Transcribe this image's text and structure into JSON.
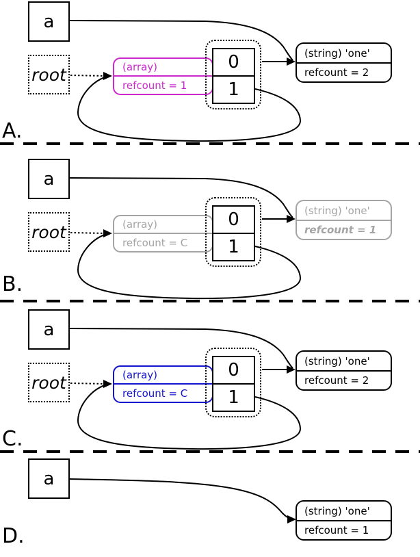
{
  "colors": {
    "magenta": "#cc29cc",
    "blue": "#1414cc",
    "gray": "#a4a4a4",
    "black": "#000000"
  },
  "panels": [
    {
      "label": "A.",
      "var_label": "a",
      "root_label": "root",
      "array": {
        "type_label": "(array)",
        "refcount_label": "refcount = 1",
        "color": "magenta"
      },
      "cells": [
        "0",
        "1"
      ],
      "string": {
        "type_label": "(string) 'one'",
        "refcount_label": "refcount = 2"
      }
    },
    {
      "label": "B.",
      "var_label": "a",
      "root_label": "root",
      "array": {
        "type_label": "(array)",
        "refcount_label": "refcount = C",
        "color": "gray"
      },
      "cells": [
        "0",
        "1"
      ],
      "string": {
        "type_label": "(string) 'one'",
        "refcount_label": "refcount = 1"
      }
    },
    {
      "label": "C.",
      "var_label": "a",
      "root_label": "root",
      "array": {
        "type_label": "(array)",
        "refcount_label": "refcount = C",
        "color": "blue"
      },
      "cells": [
        "0",
        "1"
      ],
      "string": {
        "type_label": "(string) 'one'",
        "refcount_label": "refcount = 2"
      }
    },
    {
      "label": "D.",
      "var_label": "a",
      "string": {
        "type_label": "(string) 'one'",
        "refcount_label": "refcount = 1"
      }
    }
  ]
}
